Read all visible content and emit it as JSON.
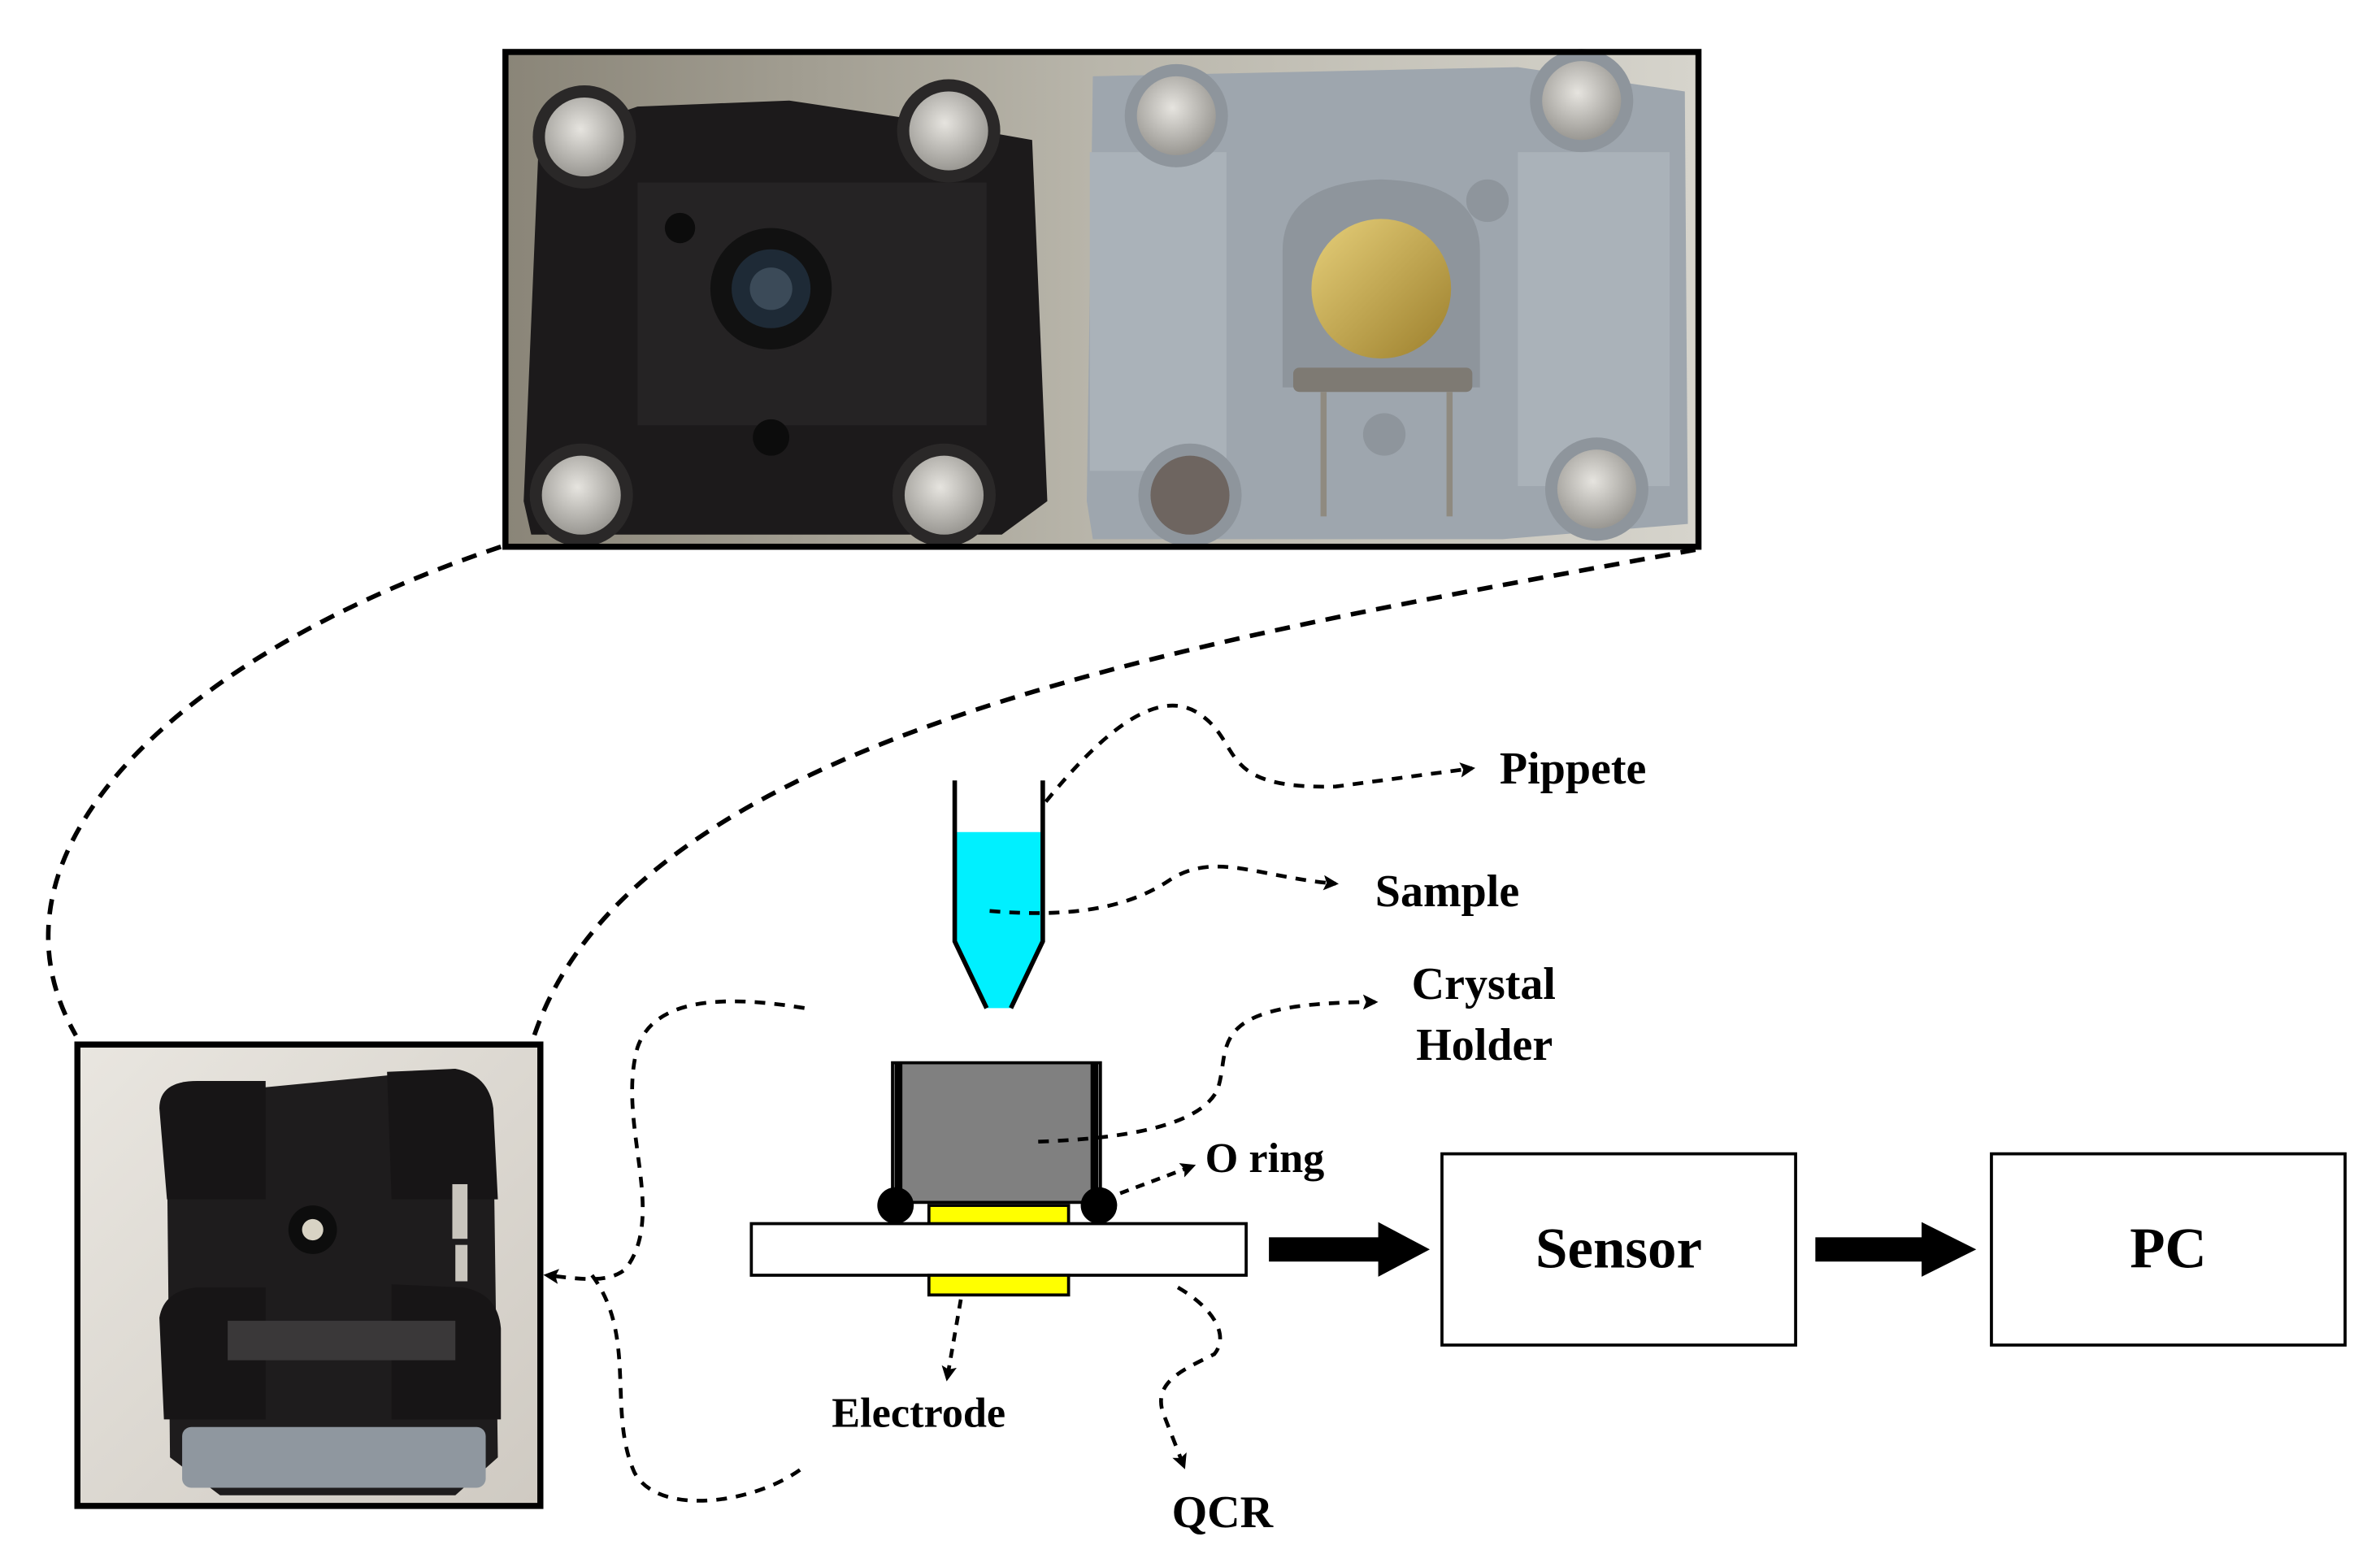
{
  "labels": {
    "pippete": "Pippete",
    "sample": "Sample",
    "crystal_holder_line1": "Crystal",
    "crystal_holder_line2": "Holder",
    "o_ring": "O ring",
    "electrode": "Electrode",
    "qcr": "QCR"
  },
  "blocks": {
    "sensor": "Sensor",
    "pc": "PC"
  },
  "photos": {
    "top": "photo of the two halves of the crystal holder, opened",
    "bottom": "photo of the assembled crystal holder"
  },
  "colors": {
    "sample_liquid": "#00f0ff",
    "electrode": "#ffff00",
    "holder_body": "#808080",
    "line": "#000000",
    "black_part": "#1c1a1b",
    "grey_part": "#9ea6ae",
    "magnet": "#c9c7c2",
    "gold_crystal": "#c4a750"
  }
}
